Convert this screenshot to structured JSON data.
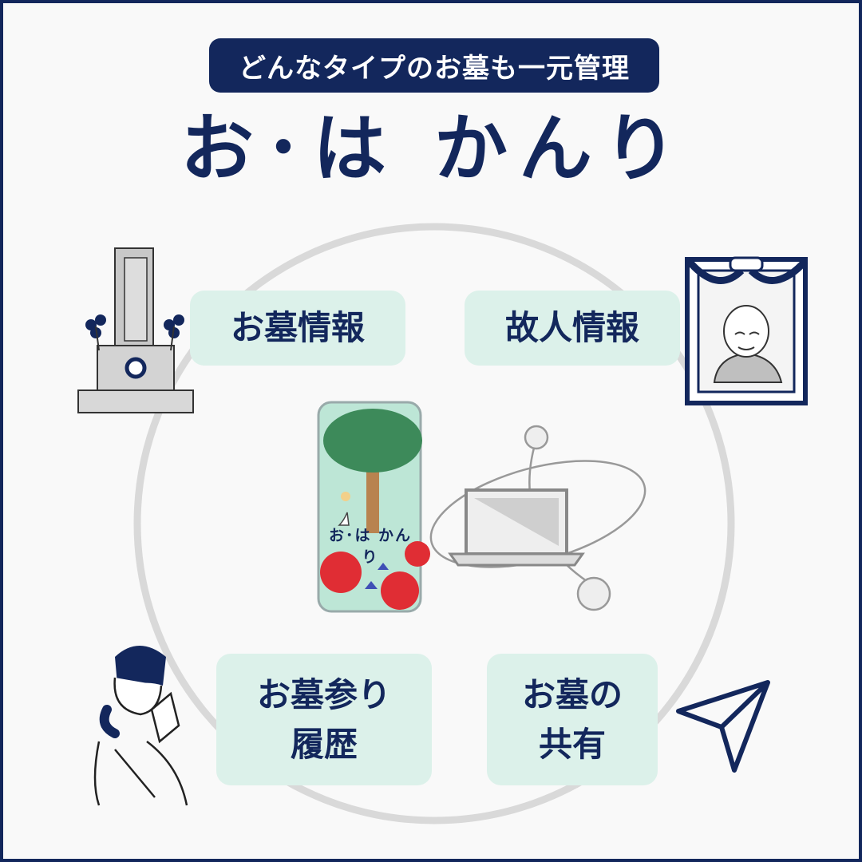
{
  "header": {
    "tagline": "どんなタイプのお墓も一元管理",
    "title": "お･は かんり"
  },
  "features": {
    "grave_info": "お墓情報",
    "deceased_info": "故人情報",
    "visit_history_line1": "お墓参り",
    "visit_history_line2": "履歴",
    "share_line1": "お墓の",
    "share_line2": "共有"
  },
  "phone": {
    "app_title": "お･は かんり"
  },
  "colors": {
    "navy": "#13275c",
    "mint": "#dcf1ea",
    "ring": "#d9d9d9"
  },
  "icons": [
    "grave-icon",
    "memorial-portrait-icon",
    "praying-woman-icon",
    "paper-plane-icon",
    "smartphone-icon",
    "laptop-icon"
  ]
}
